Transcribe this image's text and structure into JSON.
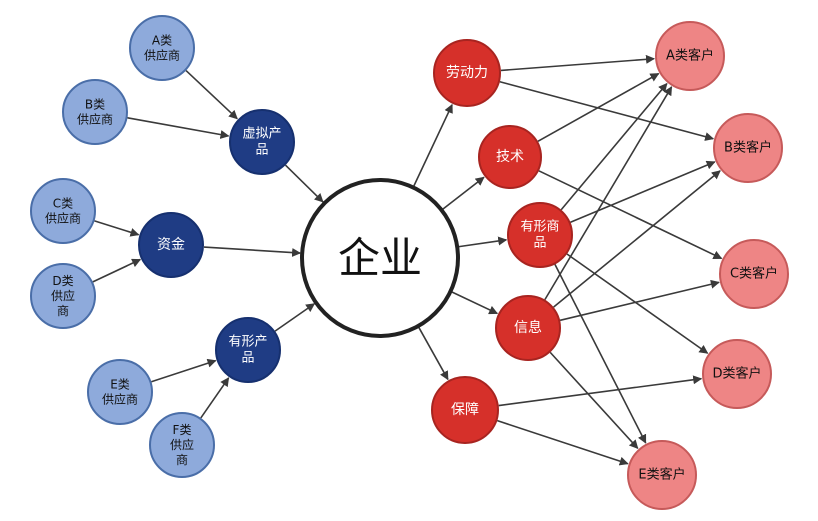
{
  "colors": {
    "supplier_fill": "#8eaadb",
    "supplier_stroke": "#4a6ea8",
    "resource_fill": "#1f3c84",
    "resource_stroke": "#16306f",
    "output_fill": "#d6302a",
    "output_stroke": "#a82420",
    "customer_fill": "#ee8585",
    "customer_stroke": "#c65a5a",
    "center_fill": "#ffffff",
    "center_stroke": "#222222",
    "arrow": "#3a3a3a"
  },
  "nodes": {
    "supplier_a": [
      "A类",
      "供应商"
    ],
    "supplier_b": [
      "B类",
      "供应商"
    ],
    "supplier_c": [
      "C类",
      "供应商"
    ],
    "supplier_d": [
      "D类",
      "供应",
      "商"
    ],
    "supplier_e": [
      "E类",
      "供应商"
    ],
    "supplier_f": [
      "F类",
      "供应",
      "商"
    ],
    "virtual_product": [
      "虚拟产",
      "品"
    ],
    "funds": [
      "资金"
    ],
    "tangible_product": [
      "有形产",
      "品"
    ],
    "enterprise": [
      "企业"
    ],
    "labor": [
      "劳动力"
    ],
    "technology": [
      "技术"
    ],
    "tangible_goods": [
      "有形商",
      "品"
    ],
    "information": [
      "信息"
    ],
    "guarantee": [
      "保障"
    ],
    "customer_a": [
      "A类客户"
    ],
    "customer_b": [
      "B类客户"
    ],
    "customer_c": [
      "C类客户"
    ],
    "customer_d": [
      "D类客户"
    ],
    "customer_e": [
      "E类客户"
    ]
  }
}
